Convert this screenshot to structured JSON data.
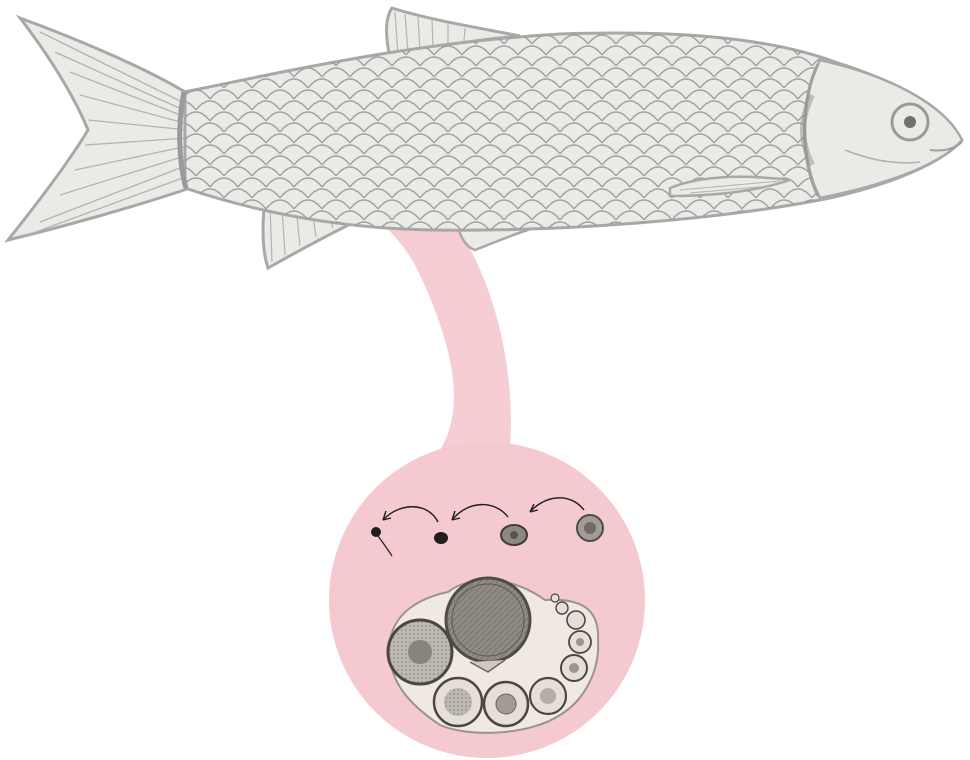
{
  "figure": {
    "subject": "fish",
    "detail": "gonad-section",
    "colors": {
      "background": "#ffffff",
      "fish_fill": "#eceae6",
      "fish_line": "#a8a8a8",
      "callout": "#f4c9cf",
      "tissue": "#8a8580",
      "dark_cell": "#1e1e1e"
    },
    "stages_shown": 4
  }
}
